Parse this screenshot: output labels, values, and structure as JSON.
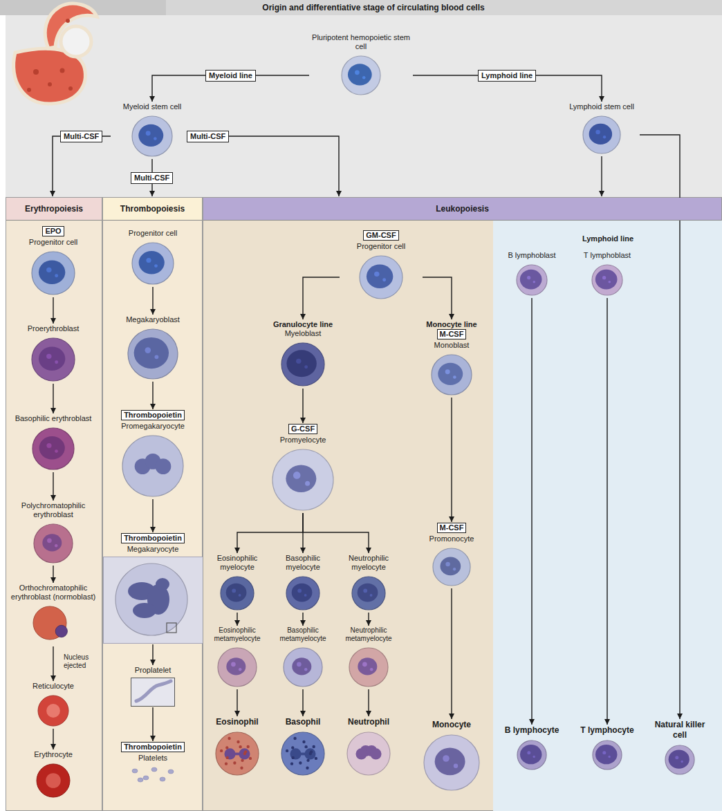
{
  "diagram": {
    "title": "Origin and differentiative stage of circulating blood cells",
    "nodes": [
      {
        "text": [
          "Pluripotent hemopoietic stem cell"
        ]
      },
      {
        "text": [
          "Myeloid stem cell"
        ]
      },
      {
        "text": [
          "Lymphoid stem cell"
        ]
      },
      {
        "text": [
          "Erythropoiesis"
        ]
      },
      {
        "text": [
          "EPO",
          "Progenitor cell"
        ],
        "in": 3
      },
      {
        "text": [
          "Proerythroblast"
        ],
        "in": 3
      },
      {
        "text": [
          "Basophilic erythroblast"
        ],
        "in": 3
      },
      {
        "text": [
          "Polychromatophilic erythroblast"
        ],
        "in": 3
      },
      {
        "text": [
          "Orthochromatophilic erythroblast (normoblast)"
        ],
        "in": 3
      },
      {
        "text": [
          "Reticulocyte"
        ],
        "in": 3
      },
      {
        "text": [
          "Erythrocyte"
        ],
        "in": 3
      },
      {
        "text": [
          "Thrombopoiesis"
        ]
      },
      {
        "text": [
          "Progenitor cell"
        ],
        "in": 11
      },
      {
        "text": [
          "Megakaryoblast"
        ],
        "in": 11
      },
      {
        "text": [
          "Thrombopoietin",
          "Promegakaryocyte"
        ],
        "in": 11
      },
      {
        "text": [
          "Thrombopoietin",
          "Megakaryocyte"
        ],
        "in": 11
      },
      {
        "text": [
          "Proplatelet"
        ],
        "in": 11
      },
      {
        "text": [
          "Thrombopoietin",
          "Platelets"
        ],
        "in": 11
      },
      {
        "text": [
          "Leukopoiesis"
        ]
      },
      {
        "text": [
          "GM-CSF",
          "Progenitor cell"
        ],
        "in": 18
      },
      {
        "text": [
          "Granulocyte line",
          "Myeloblast"
        ],
        "in": 18
      },
      {
        "text": [
          "G-CSF",
          "Promyelocyte"
        ],
        "in": 18
      },
      {
        "text": [
          "Eosinophilic myelocyte"
        ],
        "in": 18
      },
      {
        "text": [
          "Basophilic myelocyte"
        ],
        "in": 18
      },
      {
        "text": [
          "Neutrophilic myelocyte"
        ],
        "in": 18
      },
      {
        "text": [
          "Eosinophilic metamyelocyte"
        ],
        "in": 18
      },
      {
        "text": [
          "Basophilic metamyelocyte"
        ],
        "in": 18
      },
      {
        "text": [
          "Neutrophilic metamyelocyte"
        ],
        "in": 18
      },
      {
        "text": [
          "Eosinophil"
        ],
        "in": 18
      },
      {
        "text": [
          "Basophil"
        ],
        "in": 18
      },
      {
        "text": [
          "Neutrophil"
        ],
        "in": 18
      },
      {
        "text": [
          "Monocyte line",
          "M-CSF",
          "Monoblast"
        ],
        "in": 18
      },
      {
        "text": [
          "M-CSF",
          "Promonocyte"
        ],
        "in": 18
      },
      {
        "text": [
          "Monocyte"
        ],
        "in": 18
      },
      {
        "text": [
          "Lymphoid line"
        ],
        "in": 18
      },
      {
        "text": [
          "B lymphoblast"
        ],
        "in": 34
      },
      {
        "text": [
          "T lymphoblast"
        ],
        "in": 34
      },
      {
        "text": [
          "B lymphocyte"
        ],
        "in": 34
      },
      {
        "text": [
          "T lymphocyte"
        ],
        "in": 34
      },
      {
        "text": [
          "Natural killer cell"
        ],
        "in": 34
      }
    ],
    "edges": [
      {
        "from": 0,
        "to": 1,
        "label": "Myeloid line",
        "arrow": "to"
      },
      {
        "from": 0,
        "to": 2,
        "label": "Lymphoid line",
        "arrow": "to"
      },
      {
        "from": 1,
        "to": 3,
        "label": "Multi-CSF",
        "arrow": "to"
      },
      {
        "from": 1,
        "to": 11,
        "label": "Multi-CSF",
        "arrow": "to"
      },
      {
        "from": 1,
        "to": 18,
        "label": "Multi-CSF",
        "arrow": "to"
      },
      {
        "from": 2,
        "to": 18,
        "arrow": "to"
      },
      {
        "from": 2,
        "to": 39,
        "arrow": "to"
      },
      {
        "from": 4,
        "to": 5,
        "arrow": "to"
      },
      {
        "from": 5,
        "to": 6,
        "arrow": "to"
      },
      {
        "from": 6,
        "to": 7,
        "arrow": "to"
      },
      {
        "from": 7,
        "to": 8,
        "arrow": "to"
      },
      {
        "from": 8,
        "to": 9,
        "arrow": "to"
      },
      {
        "from": 9,
        "to": 10,
        "arrow": "to"
      },
      {
        "from": 12,
        "to": 13,
        "arrow": "to"
      },
      {
        "from": 13,
        "to": 14,
        "arrow": "to"
      },
      {
        "from": 14,
        "to": 15,
        "arrow": "to"
      },
      {
        "from": 15,
        "to": 16,
        "arrow": "to"
      },
      {
        "from": 16,
        "to": 17,
        "arrow": "to"
      },
      {
        "from": 19,
        "to": 20,
        "arrow": "to"
      },
      {
        "from": 19,
        "to": 31,
        "arrow": "to"
      },
      {
        "from": 20,
        "to": 21,
        "arrow": "to"
      },
      {
        "from": 21,
        "to": 22,
        "arrow": "to"
      },
      {
        "from": 21,
        "to": 23,
        "arrow": "to"
      },
      {
        "from": 21,
        "to": 24,
        "arrow": "to"
      },
      {
        "from": 22,
        "to": 25,
        "arrow": "to"
      },
      {
        "from": 23,
        "to": 26,
        "arrow": "to"
      },
      {
        "from": 24,
        "to": 27,
        "arrow": "to"
      },
      {
        "from": 25,
        "to": 28,
        "arrow": "to"
      },
      {
        "from": 26,
        "to": 29,
        "arrow": "to"
      },
      {
        "from": 27,
        "to": 30,
        "arrow": "to"
      },
      {
        "from": 31,
        "to": 32,
        "arrow": "to"
      },
      {
        "from": 32,
        "to": 33,
        "arrow": "to"
      },
      {
        "from": 35,
        "to": 37,
        "arrow": "to"
      },
      {
        "from": 36,
        "to": 38,
        "arrow": "to"
      }
    ],
    "labels": [
      "Nucleus ejected"
    ]
  }
}
